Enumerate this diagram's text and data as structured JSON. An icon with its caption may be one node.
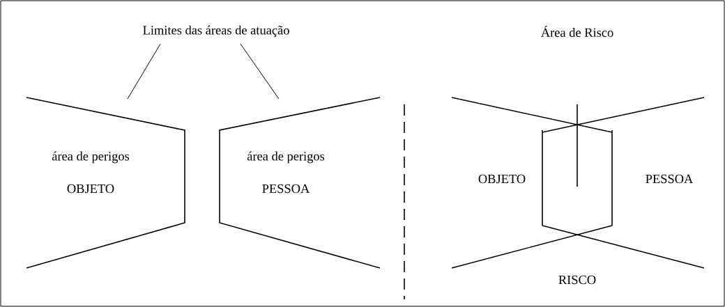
{
  "diagram": {
    "nodes": [
      {
        "text": [
          "Limites das áreas de atuação"
        ]
      },
      {
        "text": [
          "área de perigos",
          "OBJETO"
        ]
      },
      {
        "text": [
          "área de perigos",
          "PESSOA"
        ]
      }
    ],
    "edges": [
      {
        "from": 0,
        "to": 1,
        "arrow": "none"
      },
      {
        "from": 0,
        "to": 2,
        "arrow": "none"
      }
    ],
    "labels": [
      "Área de Risco",
      "OBJETO",
      "PESSOA",
      "RISCO"
    ]
  }
}
